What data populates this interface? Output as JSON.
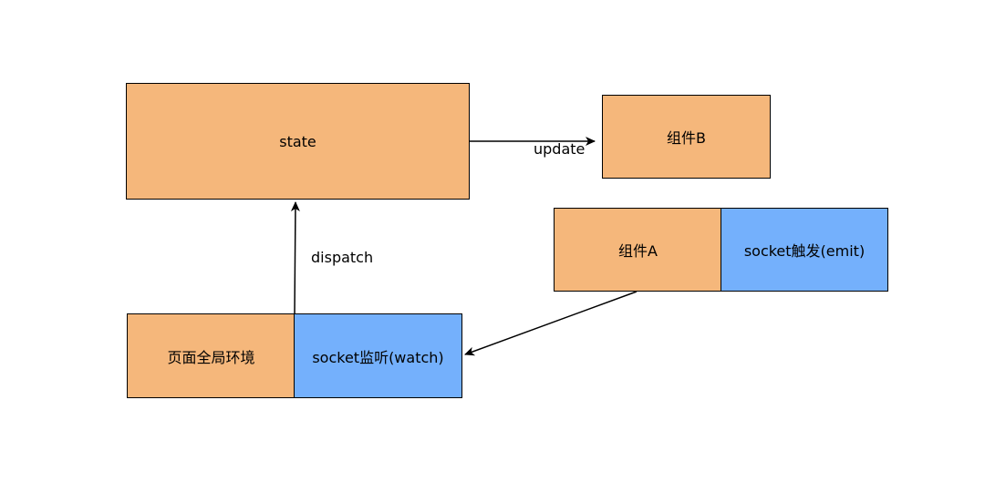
{
  "nodes": {
    "state": "state",
    "component_b": "组件B",
    "component_a": "组件A",
    "socket_emit": "socket触发(emit)",
    "global_env": "页面全局环境",
    "socket_watch": "socket监听(watch)"
  },
  "edges": {
    "update": "update",
    "dispatch": "dispatch"
  },
  "colors": {
    "orange_fill": "#f5b77b",
    "blue_fill": "#74b0fc",
    "stroke": "#000000"
  }
}
